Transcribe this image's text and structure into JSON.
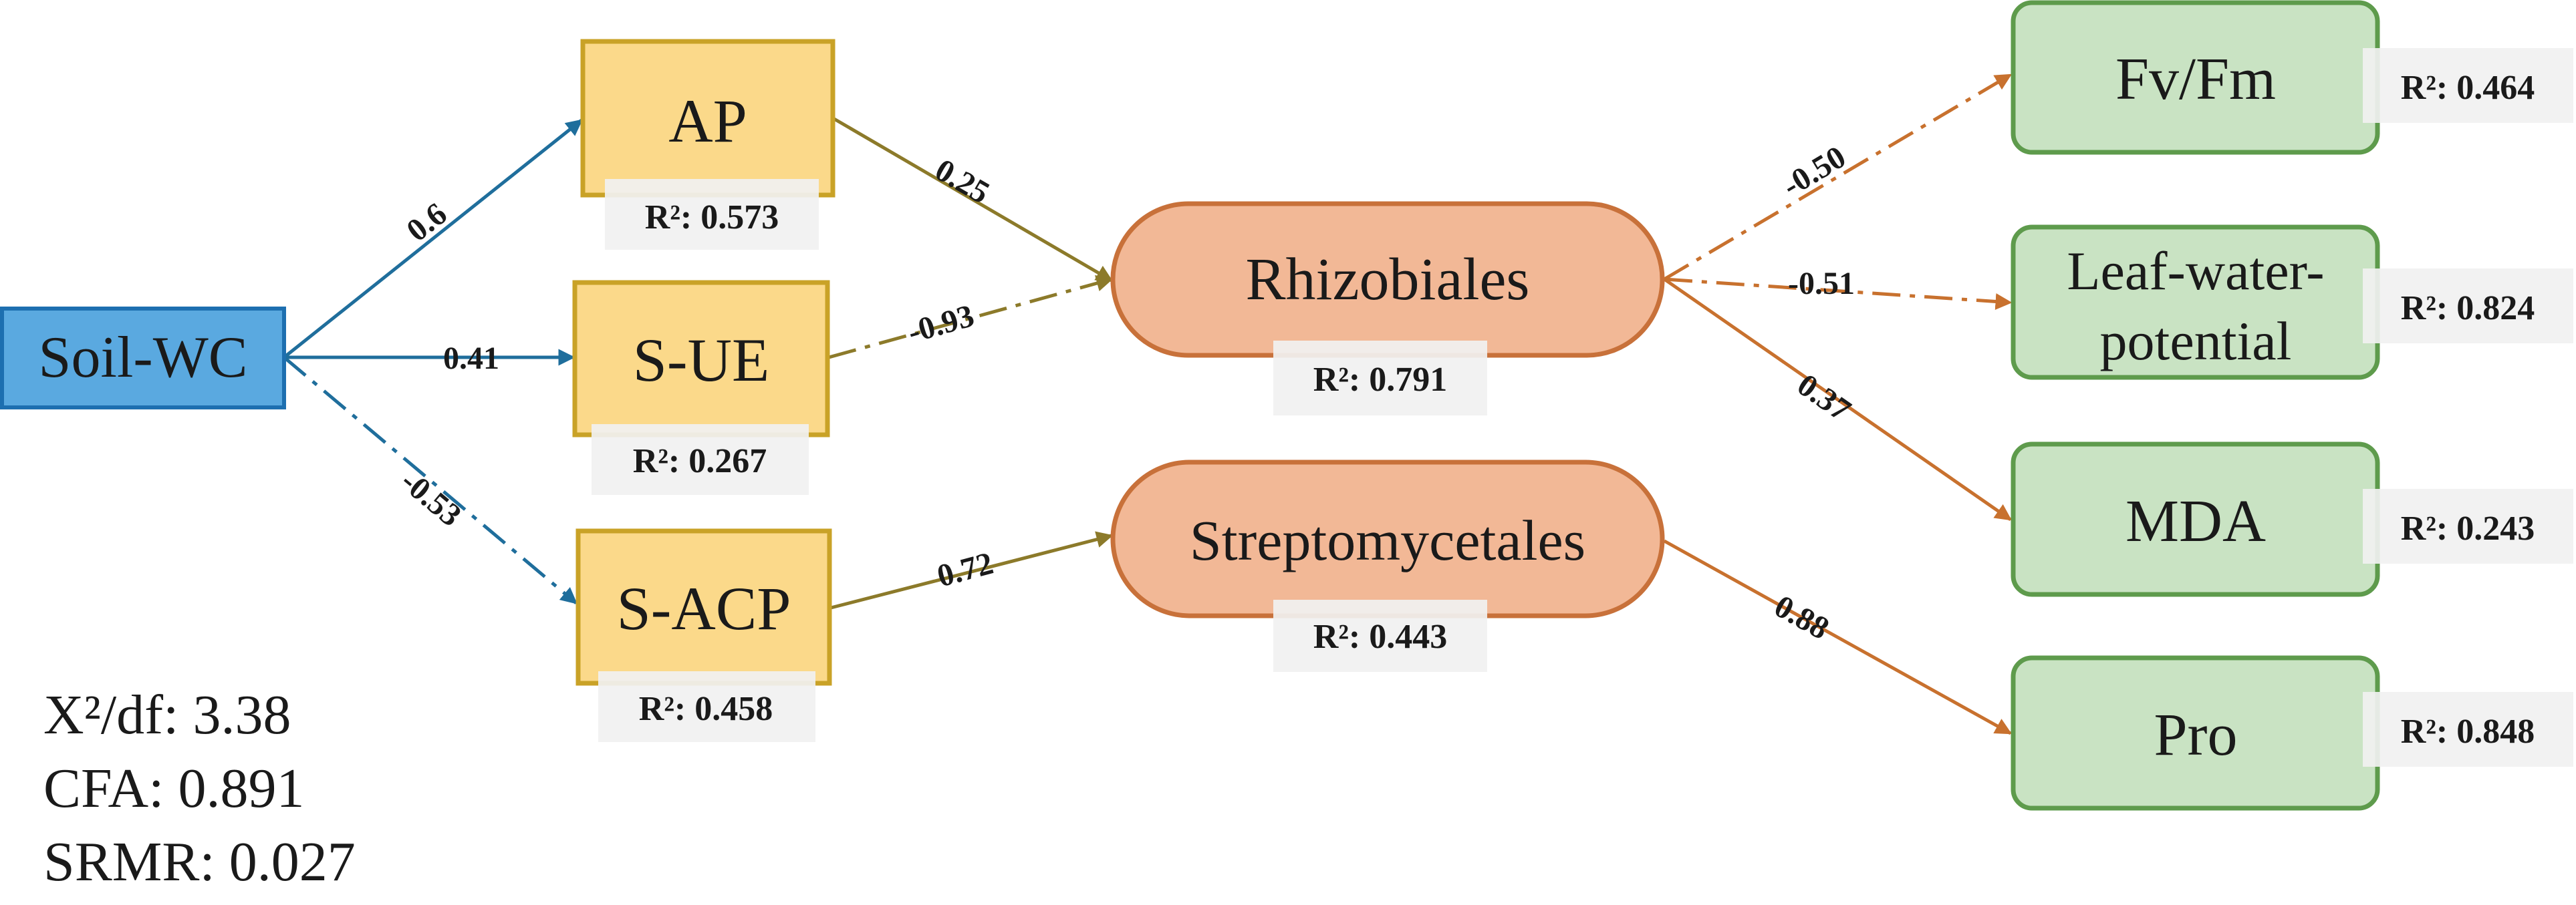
{
  "colors": {
    "soil_fill": "#5aa9e0",
    "soil_stroke": "#1d6fb0",
    "mid_fill": "#fbd98a",
    "mid_stroke": "#c9a227",
    "bact_fill": "#f2b896",
    "bact_stroke": "#c8713a",
    "out_fill": "#c9e3c3",
    "out_stroke": "#5e9b4c",
    "blue_arrow": "#1f6e9c",
    "olive_arrow": "#8c7a2a",
    "orange_arrow": "#c8712e",
    "r2_bg": "#f1f1f1"
  },
  "nodes": {
    "soil_wc": {
      "label": "Soil-WC"
    },
    "ap": {
      "label": "AP",
      "r2_label": "R²: 0.573"
    },
    "s_ue": {
      "label": "S-UE",
      "r2_label": "R²: 0.267"
    },
    "s_acp": {
      "label": "S-ACP",
      "r2_label": "R²: 0.458"
    },
    "rhizobiales": {
      "label": "Rhizobiales",
      "r2_label": "R²: 0.791"
    },
    "streptomycetales": {
      "label": "Streptomycetales",
      "r2_label": "R²: 0.443"
    },
    "fv_fm": {
      "label": "Fv/Fm",
      "r2_label": "R²: 0.464"
    },
    "leaf_water": {
      "label_line1": "Leaf-water-",
      "label_line2": "potential",
      "r2_label": "R²: 0.824"
    },
    "mda": {
      "label": "MDA",
      "r2_label": "R²: 0.243"
    },
    "pro": {
      "label": "Pro",
      "r2_label": "R²: 0.848"
    }
  },
  "paths": [
    {
      "from": "Soil-WC",
      "to": "AP",
      "coefficient": "0.6",
      "style": "solid"
    },
    {
      "from": "Soil-WC",
      "to": "S-UE",
      "coefficient": "0.41",
      "style": "solid"
    },
    {
      "from": "Soil-WC",
      "to": "S-ACP",
      "coefficient": "-0.53",
      "style": "dash-dot"
    },
    {
      "from": "AP",
      "to": "Rhizobiales",
      "coefficient": "0.25",
      "style": "solid"
    },
    {
      "from": "S-UE",
      "to": "Rhizobiales",
      "coefficient": "-0.93",
      "style": "dash-dot"
    },
    {
      "from": "S-ACP",
      "to": "Streptomycetales",
      "coefficient": "0.72",
      "style": "solid"
    },
    {
      "from": "Rhizobiales",
      "to": "Fv/Fm",
      "coefficient": "-0.50",
      "style": "dash-dot"
    },
    {
      "from": "Rhizobiales",
      "to": "Leaf-water-potential",
      "coefficient": "-0.51",
      "style": "dash-dot"
    },
    {
      "from": "Rhizobiales",
      "to": "MDA",
      "coefficient": "0.37",
      "style": "solid"
    },
    {
      "from": "Streptomycetales",
      "to": "Pro",
      "coefficient": "0.88",
      "style": "solid"
    }
  ],
  "fit": {
    "chi_df_label": "X²/df: 3.38",
    "cfa_label": "CFA: 0.891",
    "srmr_label": "SRMR: 0.027"
  }
}
